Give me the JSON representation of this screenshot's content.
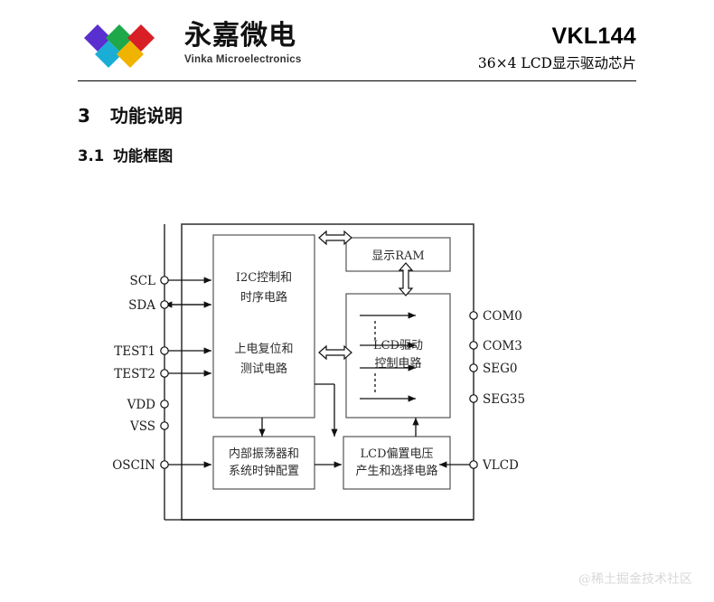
{
  "header": {
    "logo_cn": "永嘉微电",
    "logo_en": "Vinka Microelectronics",
    "part_number": "VKL144",
    "part_subtitle": "36×4 LCD显示驱动芯片",
    "logo_colors": [
      "#5a2fd0",
      "#1fa84a",
      "#d81f26",
      "#1aaed6",
      "#f0b300"
    ]
  },
  "headings": {
    "section_number": "3",
    "section_title": "功能说明",
    "sub_number": "3.1",
    "sub_title": "功能框图"
  },
  "diagram": {
    "blocks": [
      {
        "id": "i2c",
        "line1": "I2C控制和",
        "line2": "时序电路"
      },
      {
        "id": "por",
        "line1": "上电复位和",
        "line2": "测试电路"
      },
      {
        "id": "ram",
        "line1": "显示RAM",
        "line2": ""
      },
      {
        "id": "lcd",
        "line1": "LCD驱动",
        "line2": "控制电路"
      },
      {
        "id": "osc",
        "line1": "内部振荡器和",
        "line2": "系统时钟配置"
      },
      {
        "id": "bias",
        "line1": "LCD偏置电压",
        "line2": "产生和选择电路"
      }
    ],
    "pins_left": [
      {
        "label": "SCL",
        "dir": "in"
      },
      {
        "label": "SDA",
        "dir": "bidir"
      },
      {
        "label": "TEST1",
        "dir": "in"
      },
      {
        "label": "TEST2",
        "dir": "in"
      },
      {
        "label": "VDD",
        "dir": "none"
      },
      {
        "label": "VSS",
        "dir": "none"
      },
      {
        "label": "OSCIN",
        "dir": "in"
      }
    ],
    "pins_right": [
      {
        "label": "COM0",
        "dir": "out"
      },
      {
        "label": "COM3",
        "dir": "out"
      },
      {
        "label": "SEG0",
        "dir": "out"
      },
      {
        "label": "SEG35",
        "dir": "out"
      },
      {
        "label": "VLCD",
        "dir": "in"
      }
    ]
  },
  "watermark": "@稀土掘金技术社区"
}
